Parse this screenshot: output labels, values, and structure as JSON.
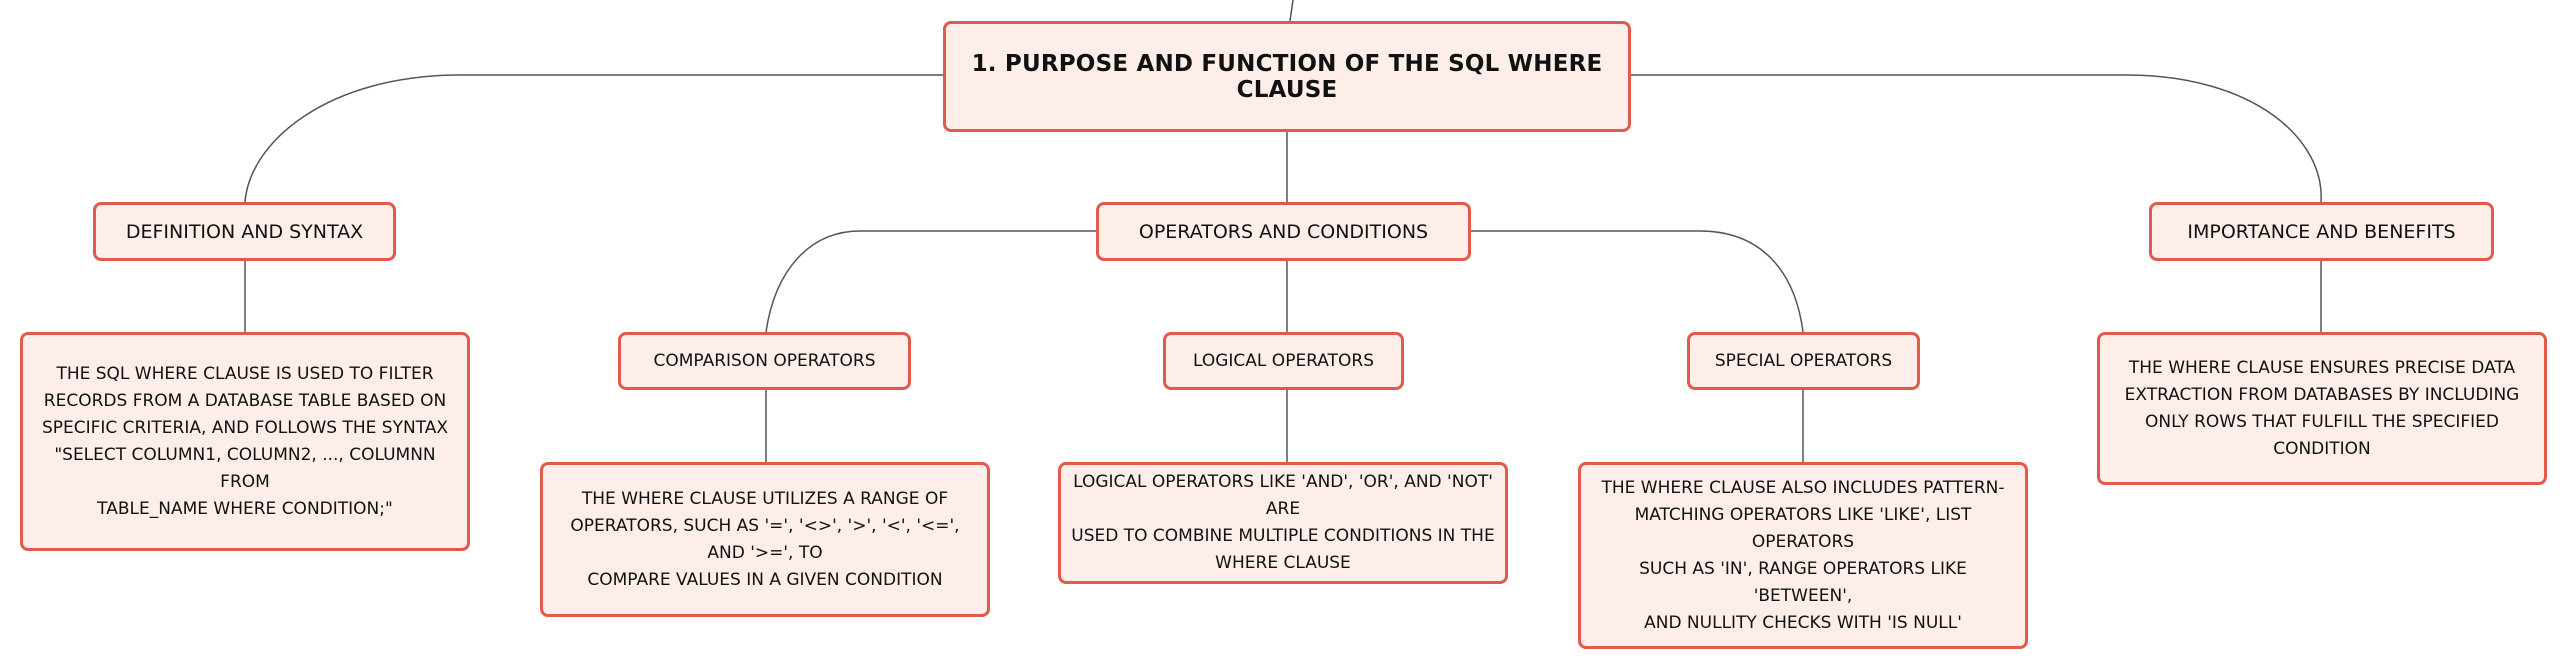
{
  "root": {
    "title": "1. PURPOSE AND FUNCTION OF THE SQL WHERE CLAUSE"
  },
  "topics": {
    "definition": {
      "title": "DEFINITION AND SYNTAX",
      "detail": [
        "THE SQL WHERE CLAUSE IS USED TO FILTER",
        "RECORDS FROM A DATABASE TABLE BASED ON",
        "SPECIFIC CRITERIA, AND FOLLOWS THE SYNTAX",
        "\"SELECT COLUMN1, COLUMN2, ..., COLUMNN FROM",
        "TABLE_NAME WHERE CONDITION;\""
      ]
    },
    "operators": {
      "title": "OPERATORS AND CONDITIONS",
      "comparison": {
        "title": "COMPARISON OPERATORS",
        "detail": [
          "THE WHERE CLAUSE UTILIZES A RANGE OF",
          "OPERATORS, SUCH AS '=', '<>', '>', '<', '<=', AND '>=', TO",
          "COMPARE VALUES IN A GIVEN CONDITION"
        ]
      },
      "logical": {
        "title": "LOGICAL OPERATORS",
        "detail": [
          "LOGICAL OPERATORS LIKE 'AND', 'OR', AND 'NOT' ARE",
          "USED TO COMBINE MULTIPLE CONDITIONS IN THE",
          "WHERE CLAUSE"
        ]
      },
      "special": {
        "title": "SPECIAL OPERATORS",
        "detail": [
          "THE WHERE CLAUSE ALSO INCLUDES PATTERN-",
          "MATCHING OPERATORS LIKE 'LIKE', LIST OPERATORS",
          "SUCH AS 'IN', RANGE OPERATORS LIKE 'BETWEEN',",
          "AND NULLITY CHECKS WITH 'IS NULL'"
        ]
      }
    },
    "importance": {
      "title": "IMPORTANCE AND BENEFITS",
      "detail": [
        "THE WHERE CLAUSE ENSURES PRECISE DATA",
        "EXTRACTION FROM DATABASES BY INCLUDING",
        "ONLY ROWS THAT FULFILL THE SPECIFIED",
        "CONDITION"
      ]
    }
  },
  "colors": {
    "node_fill": "#fdeeea",
    "node_border": "#e15b4c",
    "connector": "#555555"
  }
}
